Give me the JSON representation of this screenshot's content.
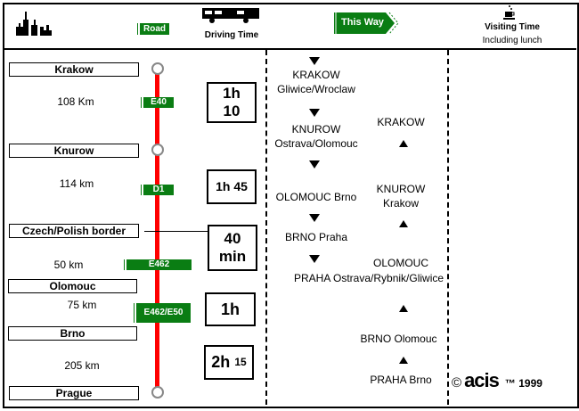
{
  "header": {
    "road": "Road",
    "driving_time": "Driving Time",
    "this_way": "This Way",
    "visiting_time": "Visiting Time",
    "including_lunch": "Including lunch"
  },
  "stops": [
    "Krakow",
    "Knurow",
    "Czech/Polish border",
    "Olomouc",
    "Brno",
    "Prague"
  ],
  "distances": [
    "108 Km",
    "114 km",
    "50 km",
    "75 km",
    "205 km"
  ],
  "roads": [
    "E40",
    "D1",
    "E462",
    "E462/E50"
  ],
  "times": [
    {
      "a": "1h",
      "b": "10"
    },
    {
      "a": "1h 45"
    },
    {
      "a": "40",
      "b": "min"
    },
    {
      "a": "1h"
    },
    {
      "a": "2h",
      "b": "15"
    }
  ],
  "outbound": [
    {
      "a": "KRAKOW",
      "b": "Gliwice/Wroclaw"
    },
    {
      "a": "KNUROW",
      "b": "Ostrava/Olomouc"
    },
    {
      "a": "OLOMOUC Brno"
    },
    {
      "a": "BRNO Praha"
    },
    {
      "a": "PRAHA Ostrava/Rybnik/Gliwice"
    }
  ],
  "return": [
    {
      "a": "KRAKOW"
    },
    {
      "a": "KNUROW",
      "b": "Krakow"
    },
    {
      "a": "OLOMOUC"
    },
    {
      "a": "BRNO Olomouc"
    },
    {
      "a": "PRAHA Brno"
    }
  ],
  "footer": {
    "copyright": "©",
    "logo": "acis",
    "tm": "™ 1999"
  },
  "colors": {
    "road_line": "#ff0000",
    "sign": "#0a7d13"
  }
}
